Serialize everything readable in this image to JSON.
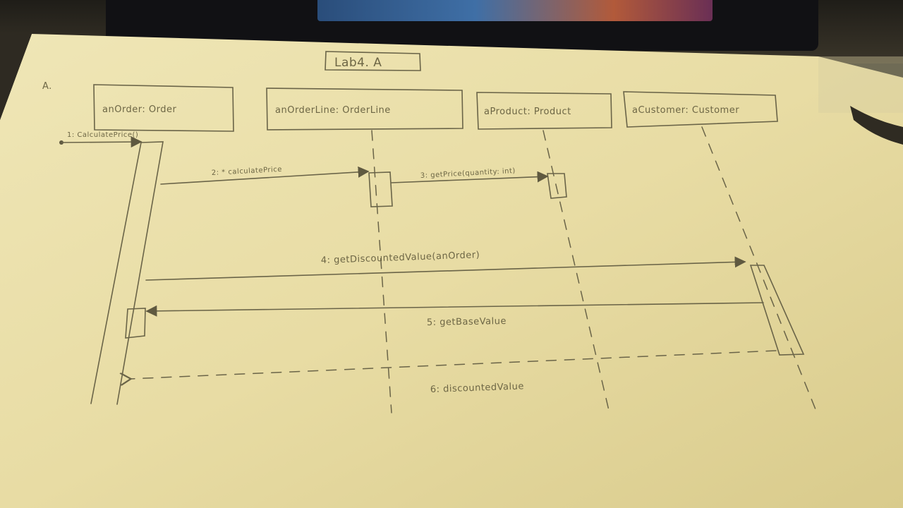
{
  "title": "Lab4. A",
  "section_label": "A.",
  "lifelines": [
    {
      "label": "anOrder: Order"
    },
    {
      "label": "anOrderLine: OrderLine"
    },
    {
      "label": "aProduct: Product"
    },
    {
      "label": "aCustomer: Customer"
    }
  ],
  "messages": [
    {
      "label": "1: CalculatePrice()"
    },
    {
      "label": "2: * calculatePrice"
    },
    {
      "label": "3: getPrice(quantity: int)"
    },
    {
      "label": "4: getDiscountedValue(anOrder)"
    },
    {
      "label": "5: getBaseValue"
    },
    {
      "label": "6: discountedValue"
    }
  ]
}
